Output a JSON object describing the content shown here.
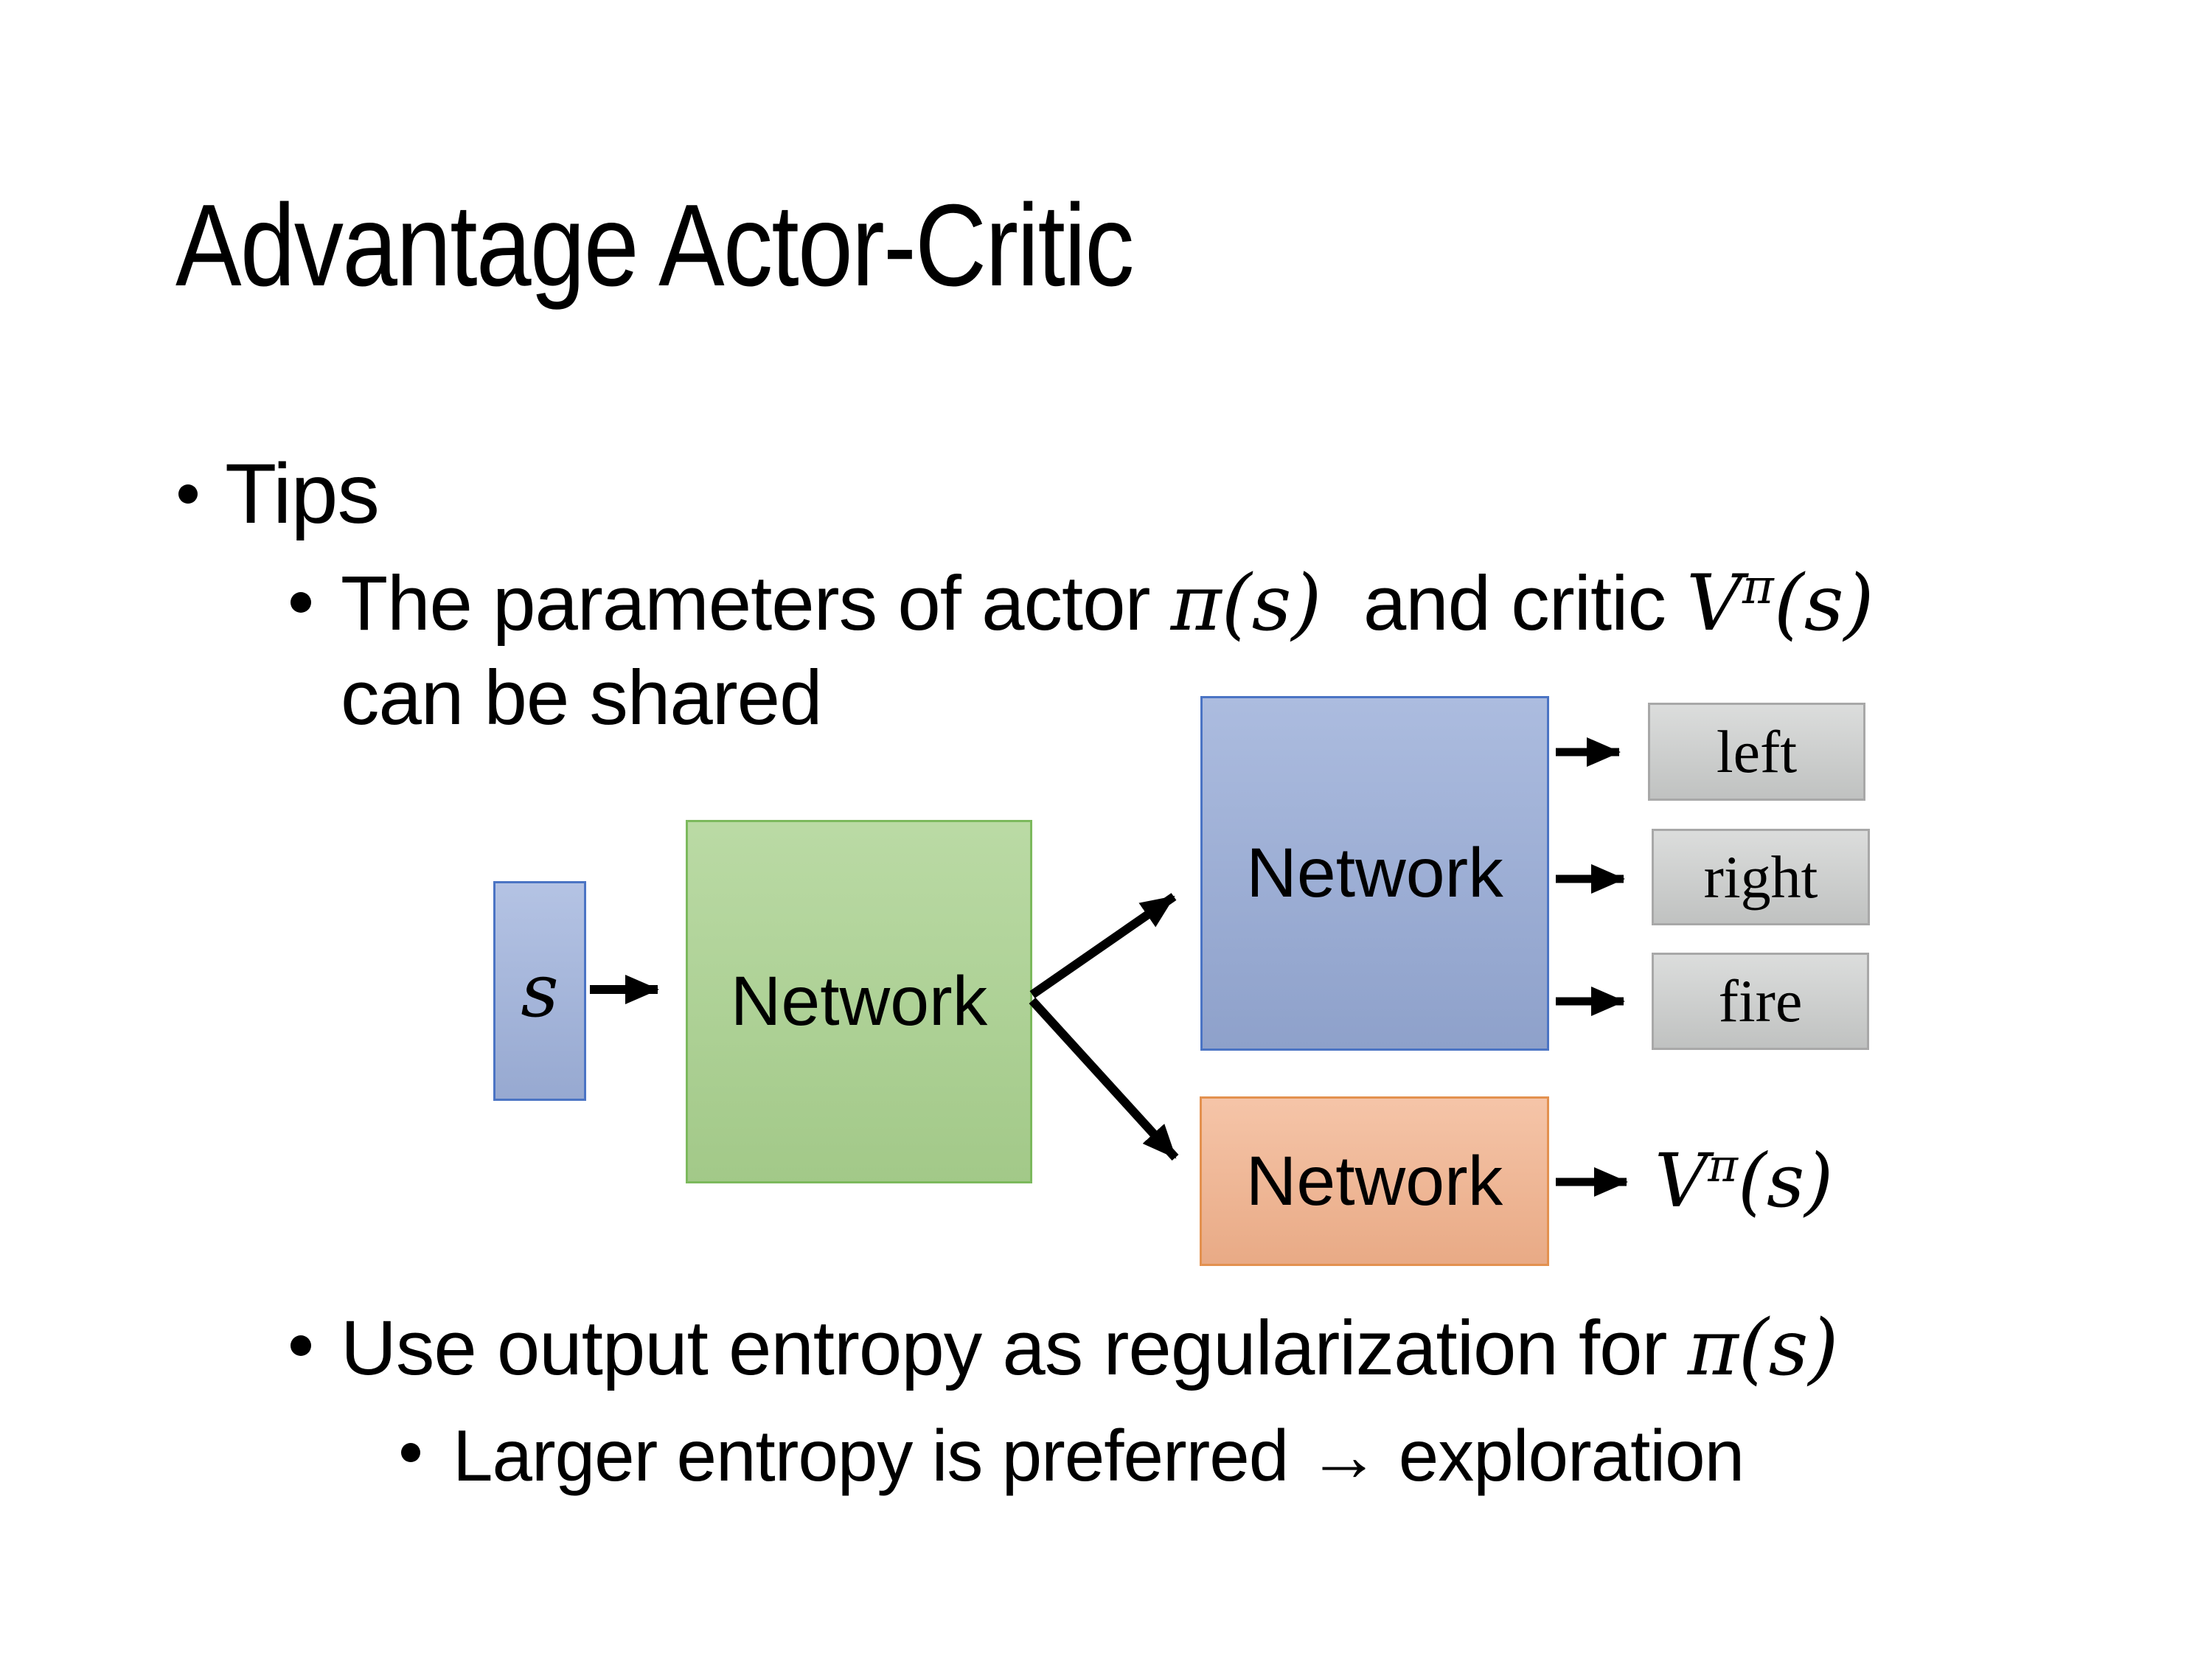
{
  "slide_title": "Advantage Actor-Critic",
  "bullets": {
    "tips": "Tips",
    "share": {
      "pre": "The parameters of actor ",
      "actor_pi": "π(s)",
      "mid": "  and critic ",
      "critic_V": "V",
      "critic_sup": "π",
      "critic_arg": "(s)",
      "line2": "can be shared"
    },
    "entropy": {
      "pre": "Use output entropy as regularization for ",
      "pi": "π(s)"
    },
    "exploration": "Larger entropy is preferred → exploration"
  },
  "diagram": {
    "state_label": "s",
    "shared_network": "Network",
    "actor_network": "Network",
    "critic_network": "Network",
    "actions": [
      "left",
      "right",
      "fire"
    ],
    "value": {
      "base": "V",
      "sup": "π",
      "arg": "(s)"
    },
    "colors": {
      "state_fill": "#9FB2DC",
      "state_border": "#4B74C4",
      "shared_fill": "#A9D18E",
      "shared_border": "#7CB95D",
      "actor_fill": "#97ABD7",
      "actor_border": "#4B74C4",
      "critic_fill": "#F2B18B",
      "critic_border": "#E3914F",
      "action_fill": "#CCCECD",
      "action_border": "#A8A8A8",
      "arrow": "#000000"
    }
  }
}
